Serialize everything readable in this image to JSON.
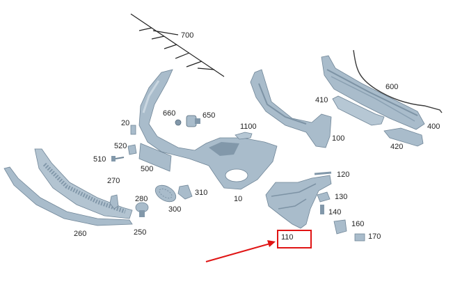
{
  "colors": {
    "part_fill": "#a9bccb",
    "part_shade": "#8298aa",
    "part_light": "#c9d6e0",
    "highlight": "#e01414",
    "leader": "#222222"
  },
  "callouts": {
    "p700": "700",
    "p600": "600",
    "p660": "660",
    "p650": "650",
    "p410": "410",
    "p400": "400",
    "p20": "20",
    "p1100": "1100",
    "p100": "100",
    "p420": "420",
    "p520": "520",
    "p510": "510",
    "p500": "500",
    "p120": "120",
    "p270": "270",
    "p130": "130",
    "p310": "310",
    "p280": "280",
    "p10": "10",
    "p140": "140",
    "p300": "300",
    "p160": "160",
    "p260": "260",
    "p250": "250",
    "p110": "110",
    "p170": "170"
  },
  "highlighted_part": "110"
}
